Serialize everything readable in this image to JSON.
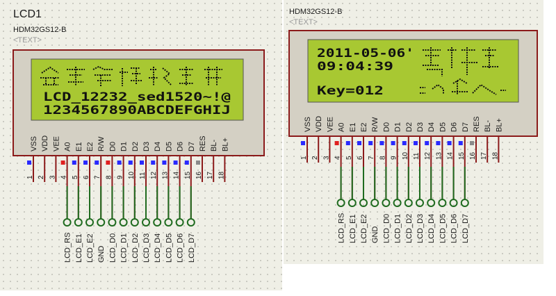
{
  "left": {
    "ref": "LCD1",
    "part": "HDM32GS12-B",
    "text_placeholder": "<TEXT>",
    "screen_lines": [
      "LCD_12232_sed1520~!@",
      "1234567890ABCDEFGHIJ"
    ],
    "net_labels": [
      "LCD_RS",
      "LCD_E1",
      "LCD_E2",
      "GND",
      "LCD_D0",
      "LCD_D1",
      "LCD_D2",
      "LCD_D3",
      "LCD_D4",
      "LCD_D5",
      "LCD_D6",
      "LCD_D7"
    ]
  },
  "right": {
    "part": "HDM32GS12-B",
    "text_placeholder": "<TEXT>",
    "screen_lines": [
      "2011-05-06'",
      "09:04:39",
      "Key=012"
    ],
    "net_labels": [
      "LCD_RS",
      "LCD_E1",
      "LCD_E2",
      "GND",
      "LCD_D0",
      "LCD_D1",
      "LCD_D2",
      "LCD_D3",
      "LCD_D4",
      "LCD_D5",
      "LCD_D6",
      "LCD_D7"
    ]
  },
  "pins": [
    {
      "num": "1",
      "name": "VSS",
      "state": "blue"
    },
    {
      "num": "2",
      "name": "VDD",
      "state": "none"
    },
    {
      "num": "3",
      "name": "VEE",
      "state": "none"
    },
    {
      "num": "4",
      "name": "A0",
      "state": "red"
    },
    {
      "num": "5",
      "name": "E1",
      "state": "blue"
    },
    {
      "num": "6",
      "name": "E2",
      "state": "blue"
    },
    {
      "num": "7",
      "name": "R/W",
      "state": "blue"
    },
    {
      "num": "8",
      "name": "D0",
      "state": "red"
    },
    {
      "num": "9",
      "name": "D1",
      "state": "blue"
    },
    {
      "num": "10",
      "name": "D2",
      "state": "blue"
    },
    {
      "num": "11",
      "name": "D3",
      "state": "blue"
    },
    {
      "num": "12",
      "name": "D4",
      "state": "blue"
    },
    {
      "num": "13",
      "name": "D5",
      "state": "blue"
    },
    {
      "num": "14",
      "name": "D6",
      "state": "blue"
    },
    {
      "num": "15",
      "name": "D7",
      "state": "blue"
    },
    {
      "num": "16",
      "name": "RES",
      "state": "gray"
    },
    {
      "num": "17",
      "name": "BL-",
      "state": "none"
    },
    {
      "num": "18",
      "name": "BL+",
      "state": "none"
    }
  ],
  "right_pin_states": [
    "blue",
    "none",
    "none",
    "red",
    "blue",
    "blue",
    "blue",
    "blue",
    "blue",
    "blue",
    "blue",
    "blue",
    "blue",
    "blue",
    "blue",
    "gray",
    "none",
    "none"
  ],
  "colors": {
    "frame": "#8b1a1a",
    "body": "#d4d0c4",
    "screen": "#a8c832",
    "wire": "#1f6b1f",
    "pin_blue": "#2a2aff",
    "pin_red": "#e02020",
    "pin_gray": "#8a8a8a",
    "panel_bg": "#efefe6"
  }
}
